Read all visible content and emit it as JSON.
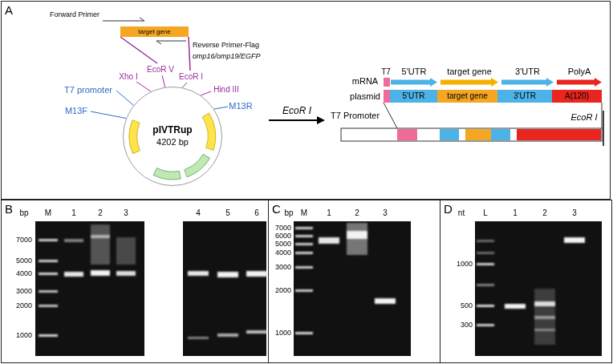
{
  "diagram": {
    "nodes": [
      {
        "text": [
          "A"
        ]
      },
      {
        "text": [
          "target gene"
        ],
        "in": 0
      },
      {
        "text": [
          "pIVTRup",
          "4202 bp"
        ],
        "in": 0
      },
      {
        "text": [
          "5'UTR"
        ],
        "in": 0
      },
      {
        "text": [
          "target gene"
        ],
        "in": 0
      },
      {
        "text": [
          "3'UTR"
        ],
        "in": 0
      },
      {
        "text": [
          "PolyA"
        ],
        "in": 0
      },
      {
        "text": [
          "5'UTR"
        ],
        "in": 0
      },
      {
        "text": [
          "target gene"
        ],
        "in": 0
      },
      {
        "text": [
          "3'UTR"
        ],
        "in": 0
      },
      {
        "text": [
          "A(120)"
        ],
        "in": 0
      },
      {
        "text": [
          "B"
        ]
      },
      {
        "text": [
          "C"
        ]
      },
      {
        "text": [
          "D"
        ]
      }
    ],
    "labels": [
      "Forward Primer",
      "Reverse Primer-Flag",
      "omp16/omp19/EGFP",
      "T7 promoter",
      "Xho I",
      "EcoR V",
      "EcoR I",
      "Hind III",
      "M13F",
      "M13R",
      "EcoR I",
      "T7",
      "mRNA",
      "plasmid",
      "T7 Promoter",
      "EcoR I",
      "bp",
      "M",
      "1",
      "2",
      "3",
      "4",
      "5",
      "6",
      "7000",
      "5000",
      "4000",
      "3000",
      "2000",
      "1000",
      "bp",
      "M",
      "1",
      "2",
      "3",
      "7000",
      "6000",
      "5000",
      "4000",
      "3000",
      "2000",
      "1000",
      "nt",
      "L",
      "1",
      "2",
      "3",
      "1000",
      "500",
      "300"
    ]
  }
}
